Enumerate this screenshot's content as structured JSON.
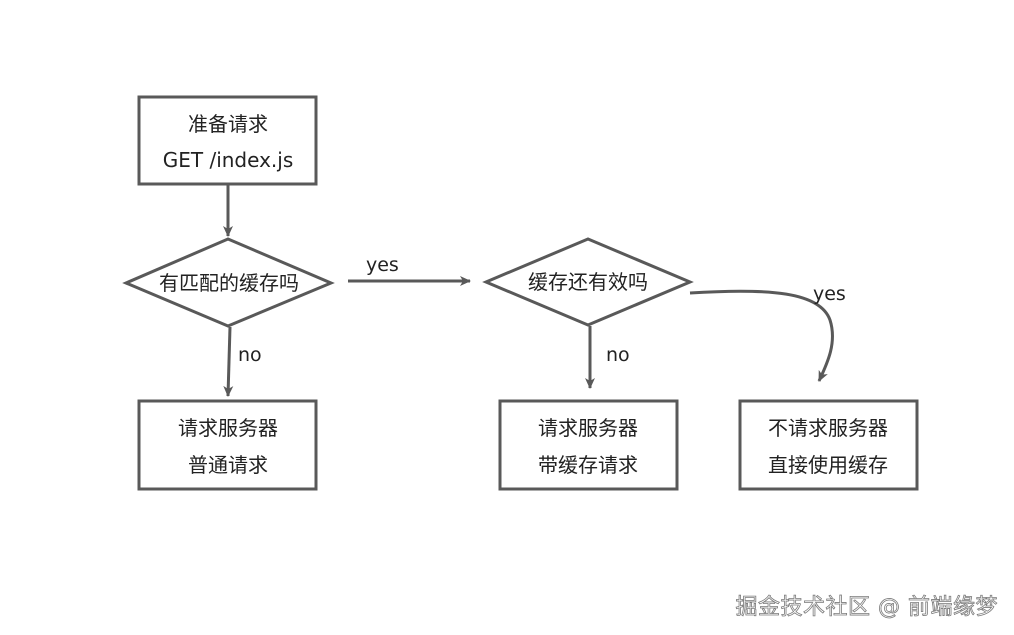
{
  "nodes": {
    "start": {
      "line1": "准备请求",
      "line2": "GET /index.js"
    },
    "has_cache": {
      "label": "有匹配的缓存吗"
    },
    "cache_valid": {
      "label": "缓存还有效吗"
    },
    "normal_request": {
      "line1": "请求服务器",
      "line2": "普通请求"
    },
    "cached_request": {
      "line1": "请求服务器",
      "line2": "带缓存请求"
    },
    "use_cache": {
      "line1": "不请求服务器",
      "line2": "直接使用缓存"
    }
  },
  "edges": {
    "has_cache_yes": "yes",
    "has_cache_no": "no",
    "cache_valid_no": "no",
    "cache_valid_yes": "yes"
  },
  "watermark": "掘金技术社区 @ 前端缘梦",
  "colors": {
    "stroke": "#595959",
    "text": "#222222",
    "background": "#ffffff"
  }
}
